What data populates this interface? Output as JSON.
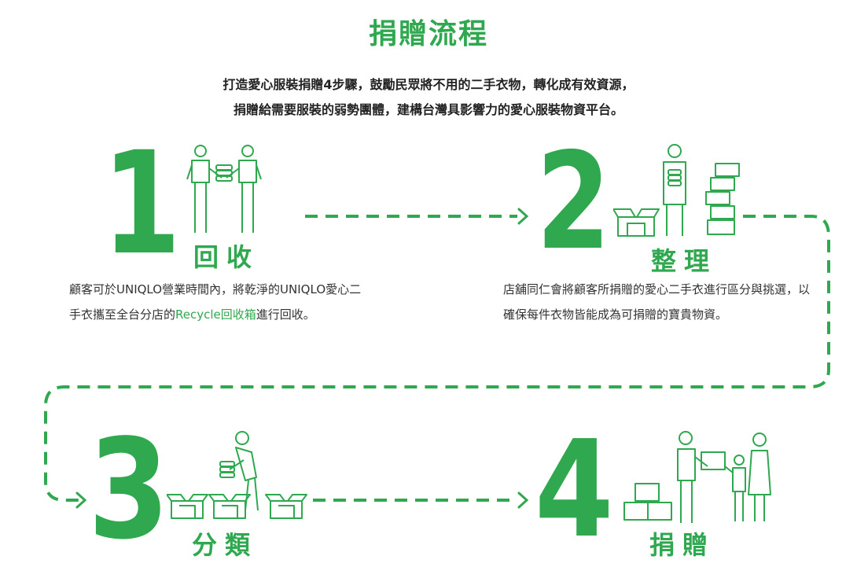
{
  "title": "捐贈流程",
  "subtitle": {
    "line1": "打造愛心服裝捐贈4步驟，鼓勵民眾將不用的二手衣物，轉化成有效資源，",
    "line2": "捐贈給需要服裝的弱勢團體，建構台灣具影響力的愛心服裝物資平台。"
  },
  "colors": {
    "accent": "#2fa84f",
    "text": "#333333"
  },
  "steps": [
    {
      "number": "1",
      "label": "回收",
      "desc_before": "顧客可於UNIQLO營業時間內，將乾淨的UNIQLO愛心二手衣攜至全台分店的",
      "desc_highlight": "Recycle回收箱",
      "desc_after": "進行回收。",
      "illustration": "two-people-handing-clothes-icon"
    },
    {
      "number": "2",
      "label": "整理",
      "desc": "店舖同仁會將顧客所捐贈的愛心二手衣進行區分與挑選，以確保每件衣物皆能成為可捐贈的寶貴物資。",
      "illustration": "person-holding-stack-boxes-icon"
    },
    {
      "number": "3",
      "label": "分類",
      "illustration": "person-sorting-into-boxes-icon"
    },
    {
      "number": "4",
      "label": "捐贈",
      "illustration": "family-receiving-box-icon"
    }
  ]
}
